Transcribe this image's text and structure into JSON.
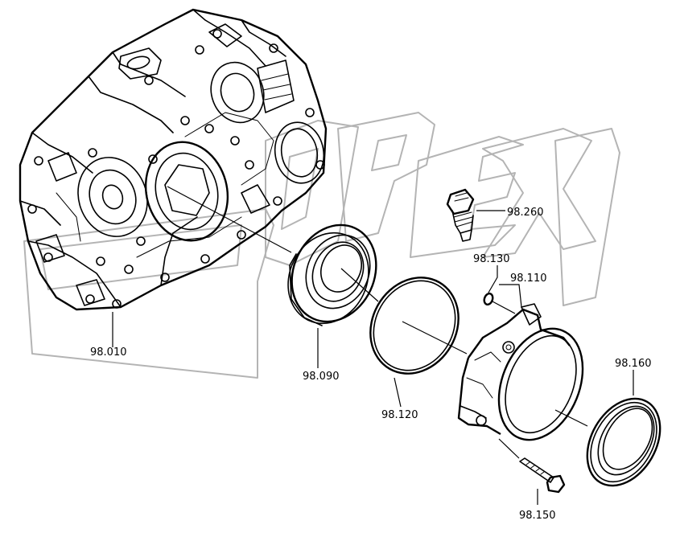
{
  "parts": [
    {
      "id": "98.010",
      "label": "98.010",
      "item": "transmission-housing"
    },
    {
      "id": "98.090",
      "label": "98.090",
      "item": "ball-bearing"
    },
    {
      "id": "98.120",
      "label": "98.120",
      "item": "o-ring"
    },
    {
      "id": "98.130",
      "label": "98.130",
      "item": "small-ring"
    },
    {
      "id": "98.110",
      "label": "98.110",
      "item": "bearing-cover"
    },
    {
      "id": "98.160",
      "label": "98.160",
      "item": "shaft-seal"
    },
    {
      "id": "98.150",
      "label": "98.150",
      "item": "bolt"
    },
    {
      "id": "98.260",
      "label": "98.260",
      "item": "sensor"
    }
  ],
  "colors": {
    "ink": "#000000",
    "watermark": "#b4b4b4",
    "background": "#ffffff"
  }
}
